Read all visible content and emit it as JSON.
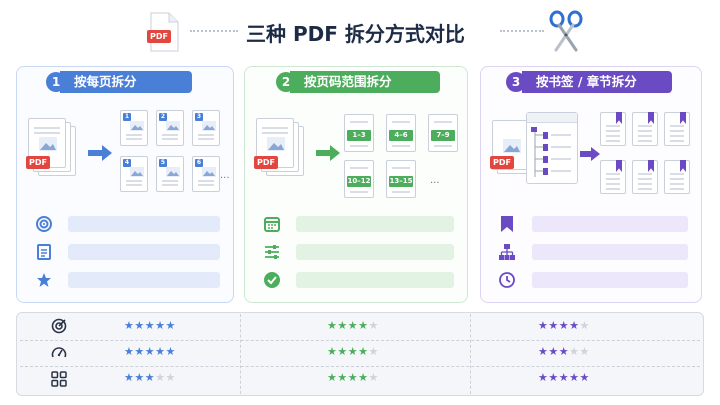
{
  "title": "三种 PDF 拆分方式对比",
  "pdf_label": "PDF",
  "ellipsis": "...",
  "colors": {
    "blue": "#4a7fd8",
    "green": "#4cae5c",
    "purple": "#6b4bc4",
    "red": "#e2473f"
  },
  "methods": [
    {
      "number": "1",
      "title": "按每页拆分",
      "page_numbers": [
        "1",
        "2",
        "3",
        "4",
        "5",
        "6"
      ]
    },
    {
      "number": "2",
      "title": "按页码范围拆分",
      "ranges": [
        "1–3",
        "4–6",
        "7–9",
        "10–12",
        "13–15"
      ]
    },
    {
      "number": "3",
      "title": "按书签 / 章节拆分"
    }
  ],
  "comparison": {
    "rows": [
      {
        "icon": "target-icon",
        "ratings": [
          5,
          4,
          4
        ]
      },
      {
        "icon": "speedometer-icon",
        "ratings": [
          5,
          4,
          3
        ]
      },
      {
        "icon": "grid-icon",
        "ratings": [
          3,
          4,
          5
        ]
      }
    ],
    "max": 5
  }
}
